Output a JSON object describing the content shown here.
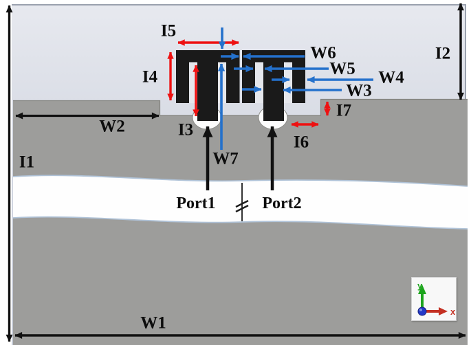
{
  "labels": {
    "I1": "I1",
    "I2": "I2",
    "I3": "I3",
    "I4": "I4",
    "I5": "I5",
    "I6": "I6",
    "I7": "I7",
    "W1": "W1",
    "W2": "W2",
    "W3": "W3",
    "W4": "W4",
    "W5": "W5",
    "W6": "W6",
    "W7": "W7"
  },
  "ports": {
    "port1": "Port1",
    "port2": "Port2"
  },
  "axes": {
    "x": "x",
    "y": "y"
  },
  "icons": {
    "axes_triad": "axes-triad-icon"
  },
  "colors": {
    "dimension_red": "#ee1111",
    "dimension_blue": "#2471cc",
    "annotation_black": "#111111",
    "substrate_gray": "#9d9d9b",
    "metal_black": "#1a1a1a",
    "background_top": "#e7e9ef",
    "background_bottom": "#c7ccd8",
    "axis_x_red": "#c43022",
    "axis_y_green": "#1da51d",
    "origin_blue": "#2338c8"
  }
}
